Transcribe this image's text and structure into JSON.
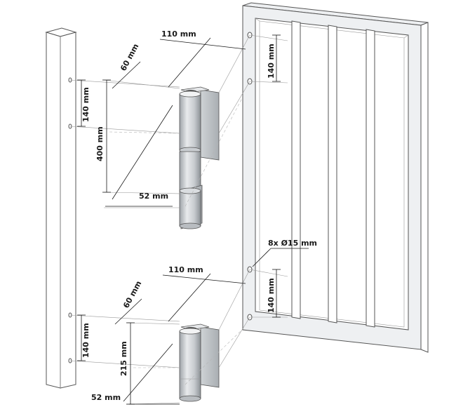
{
  "labels": {
    "top_width": "110 mm",
    "top_offset": "60 mm",
    "top_post_spacing": "140 mm",
    "top_height": "400 mm",
    "top_depth": "52 mm",
    "top_gate_spacing": "140 mm",
    "holes": "8x Ø15 mm",
    "bottom_width": "110 mm",
    "bottom_offset": "60 mm",
    "bottom_post_spacing": "140 mm",
    "bottom_height": "215 mm",
    "bottom_depth": "52 mm",
    "bottom_gate_spacing": "140 mm"
  },
  "colors": {
    "line": "#555555",
    "hinge_fill": "#d9dcdf",
    "frame_fill": "#eef0f2",
    "text": "#1a1a1a"
  }
}
